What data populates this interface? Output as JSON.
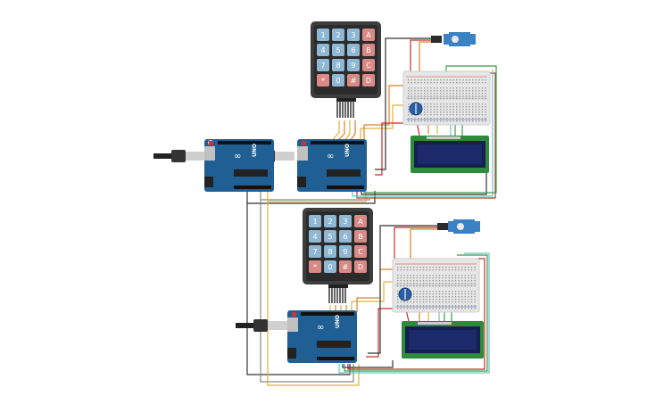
{
  "circuits": [
    {
      "keypad": {
        "keys": [
          [
            "1",
            "2",
            "3",
            "A"
          ],
          [
            "4",
            "5",
            "6",
            "B"
          ],
          [
            "7",
            "8",
            "9",
            "C"
          ],
          [
            "*",
            "0",
            "#",
            "D"
          ]
        ]
      },
      "controller_boards": [
        {
          "label": "UNO"
        },
        {
          "label": "UNO"
        }
      ]
    },
    {
      "keypad": {
        "keys": [
          [
            "1",
            "2",
            "3",
            "A"
          ],
          [
            "4",
            "5",
            "6",
            "B"
          ],
          [
            "7",
            "8",
            "9",
            "C"
          ],
          [
            "*",
            "0",
            "#",
            "D"
          ]
        ]
      },
      "controller_boards": [
        {
          "label": "UNO"
        }
      ]
    }
  ],
  "colors": {
    "background": "#ffffff",
    "board": "#1f5f94",
    "board_dark": "#17496f",
    "keypad_body": "#3d3d3d",
    "key_number": "#8fb8d4",
    "key_letter": "#d98a86",
    "lcd_frame": "#2e8b3c",
    "lcd_screen": "#1c2a6b",
    "breadboard": "#e6e6e6",
    "servo": "#3b82c4",
    "wire_red": "#cc2b2b",
    "wire_yellow": "#e2b23a",
    "wire_orange": "#d9822b",
    "wire_green": "#3a9b4a",
    "wire_teal": "#6cc4c4",
    "wire_black": "#333333",
    "wire_gray": "#888888"
  }
}
